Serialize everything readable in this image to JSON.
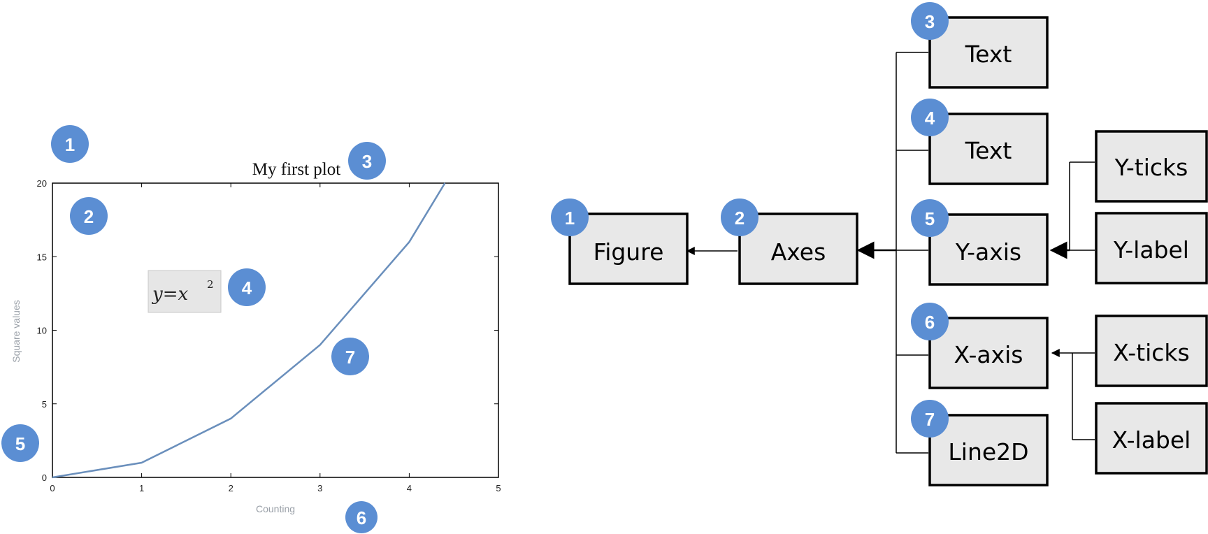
{
  "plot": {
    "title": "My first plot",
    "xlabel": "Counting",
    "ylabel": "Square values",
    "equation": "y=x",
    "equation_exponent": "2"
  },
  "chart_data": {
    "type": "line",
    "title": "My first plot",
    "xlabel": "Counting",
    "ylabel": "Square values",
    "xlim": [
      0,
      5
    ],
    "ylim": [
      0,
      20
    ],
    "xticks": [
      "0",
      "1",
      "2",
      "3",
      "4",
      "5"
    ],
    "yticks": [
      "0",
      "5",
      "10",
      "15",
      "20"
    ],
    "x": [
      0,
      1,
      2,
      3,
      4,
      4.4
    ],
    "y": [
      0,
      1,
      4,
      9,
      16,
      20
    ],
    "line_color": "#6a8fbc",
    "grid": false
  },
  "badges": {
    "n1": "1",
    "n2": "2",
    "n3": "3",
    "n4": "4",
    "n5": "5",
    "n6": "6",
    "n7": "7"
  },
  "tree": {
    "figure": "Figure",
    "axes": "Axes",
    "text_title": "Text",
    "text_eq": "Text",
    "yaxis": "Y-axis",
    "xaxis": "X-axis",
    "line2d": "Line2D",
    "yticks": "Y-ticks",
    "ylabel": "Y-label",
    "xticks": "X-ticks",
    "xlabel": "X-label"
  },
  "colors": {
    "badge": "#5b8ed3",
    "box_fill": "#e8e8e8",
    "line": "#6a8fbc"
  }
}
